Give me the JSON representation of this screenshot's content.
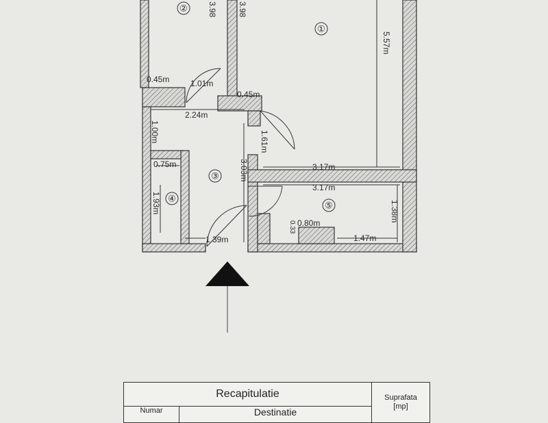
{
  "plan": {
    "rooms": [
      "①",
      "②",
      "③",
      "④",
      "⑤"
    ],
    "dims": {
      "d_398a": "3.98",
      "d_398b": "3.98",
      "d_557": "5.57m",
      "d_045a": "0.45m",
      "d_101": "1.01m",
      "d_045b": "0.45m",
      "d_224": "2.24m",
      "d_161": "1.61m",
      "d_100": "1.00m",
      "d_075": "0.75m",
      "d_317a": "3.17m",
      "d_303": "3.03m",
      "d_317b": "3.17m",
      "d_193": "1.93m",
      "d_080": "0.80m",
      "d_138": "1.38m",
      "d_033": "0.33",
      "d_139": "1.39m",
      "d_147": "1.47m"
    }
  },
  "recap": {
    "title": "Recapitulatie",
    "surface_line1": "Suprafata",
    "surface_line2": "[mp]",
    "col_nr": "Numar",
    "col_dest": "Destinatie"
  }
}
